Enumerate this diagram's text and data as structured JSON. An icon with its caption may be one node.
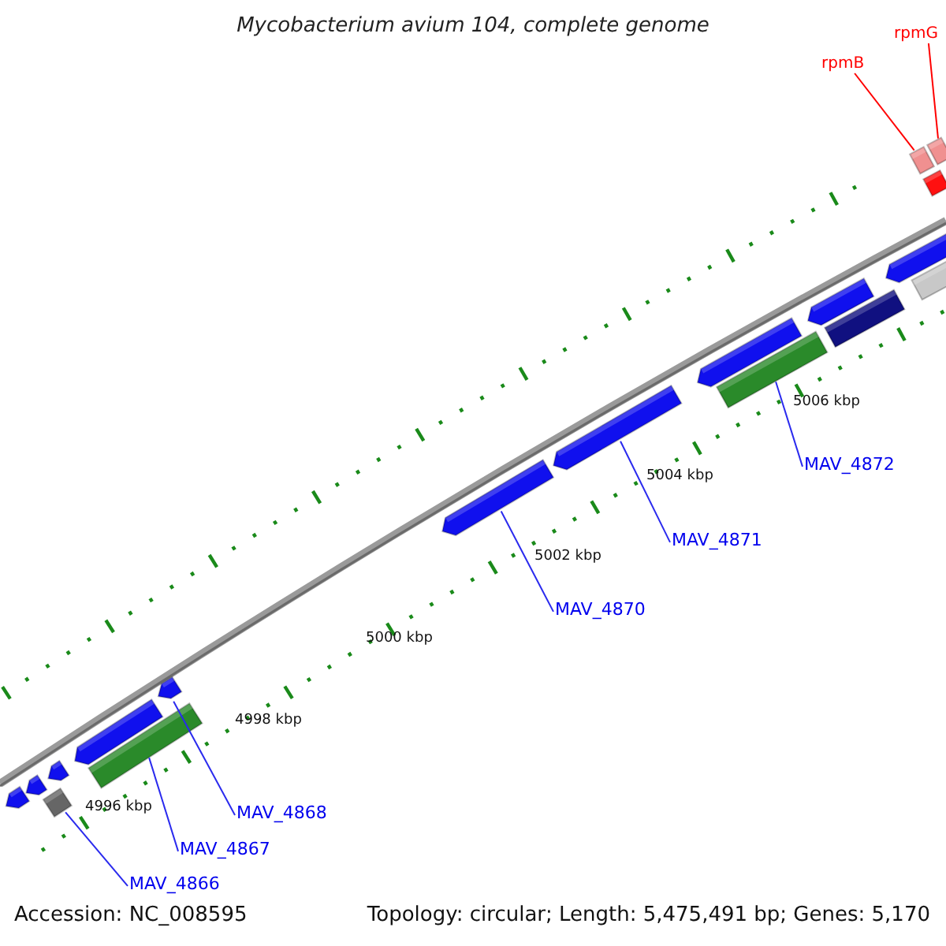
{
  "diagram": {
    "title": "Mycobacterium avium 104, complete genome",
    "nodes": [
      {
        "text": [
          "rpmG"
        ]
      },
      {
        "text": [
          "rpmB"
        ]
      },
      {
        "text": [
          "MAV_4872"
        ]
      },
      {
        "text": [
          "MAV_4871"
        ]
      },
      {
        "text": [
          "MAV_4870"
        ]
      },
      {
        "text": [
          "MAV_4868"
        ]
      },
      {
        "text": [
          "MAV_4867"
        ]
      },
      {
        "text": [
          "MAV_4866"
        ]
      },
      {
        "text": [],
        "shape": "arrow"
      },
      {
        "text": [],
        "shape": "arrow"
      },
      {
        "text": [],
        "shape": "box"
      },
      {
        "text": [],
        "shape": "arrow"
      },
      {
        "text": [],
        "shape": "arrow"
      },
      {
        "text": [],
        "shape": "bar"
      },
      {
        "text": [],
        "shape": "arrow"
      },
      {
        "text": [],
        "shape": "arrow"
      },
      {
        "text": [],
        "shape": "arrow"
      },
      {
        "text": [],
        "shape": "arrow"
      },
      {
        "text": [],
        "shape": "bar"
      },
      {
        "text": [],
        "shape": "arrow"
      },
      {
        "text": [],
        "shape": "bar"
      },
      {
        "text": [],
        "shape": "arrow"
      },
      {
        "text": [],
        "shape": "bar"
      },
      {
        "text": [],
        "shape": "bar"
      },
      {
        "text": [],
        "shape": "bar"
      },
      {
        "text": [],
        "shape": "bar"
      }
    ],
    "edges": [
      {
        "from": 0,
        "to": 25,
        "arrow": "none",
        "color": "#ff0000"
      },
      {
        "from": 1,
        "to": 23,
        "arrow": "none",
        "color": "#ff0000"
      },
      {
        "from": 2,
        "to": 18,
        "arrow": "none"
      },
      {
        "from": 3,
        "to": 16,
        "arrow": "none"
      },
      {
        "from": 4,
        "to": 15,
        "arrow": "none"
      },
      {
        "from": 5,
        "to": 14,
        "arrow": "none"
      },
      {
        "from": 6,
        "to": 13,
        "arrow": "none"
      },
      {
        "from": 7,
        "to": 10,
        "arrow": "none"
      }
    ],
    "labels": [
      "5006 kbp",
      "5004 kbp",
      "5002 kbp",
      "5000 kbp",
      "4998 kbp",
      "4996 kbp",
      "Accession: NC_008595",
      "Topology: circular; Length: 5,475,491 bp; Genes: 5,170"
    ]
  }
}
